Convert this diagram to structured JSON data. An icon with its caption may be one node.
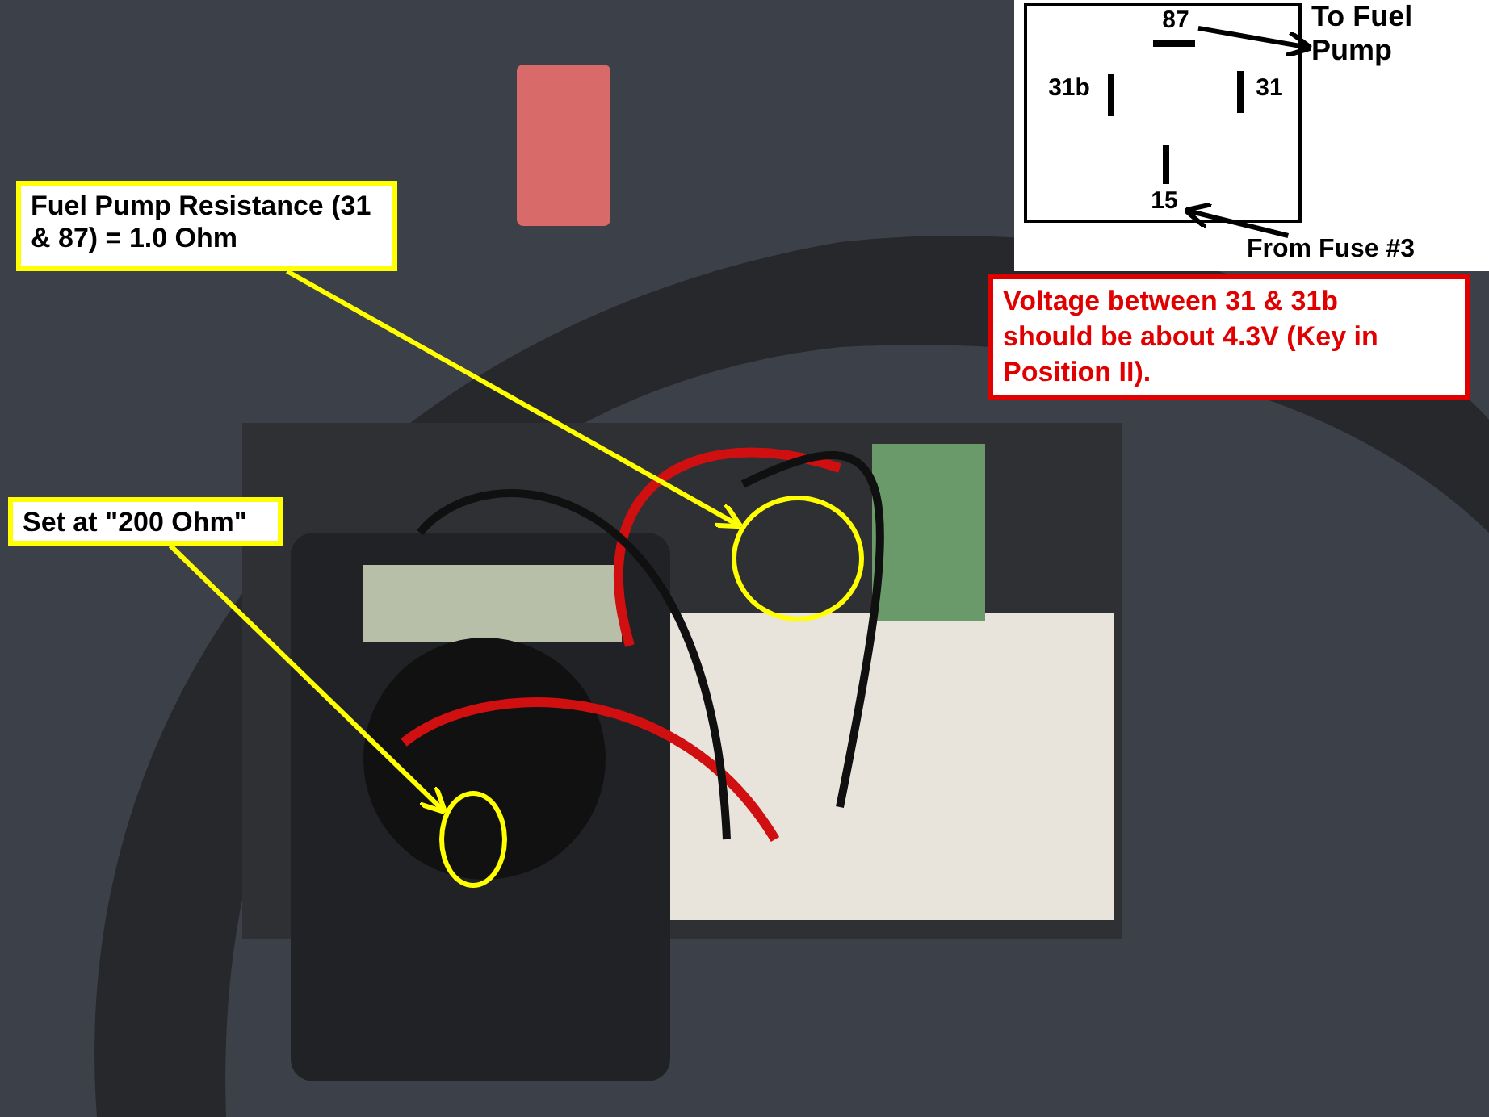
{
  "diagram": {
    "nodes": [
      {
        "text": [
          "Fuel Pump Resistance (31 & 87) = 1.0 Ohm"
        ]
      },
      {
        "text": [],
        "shape": "circle"
      },
      {
        "text": [
          "Set at \"200 Ohm\""
        ]
      },
      {
        "text": [],
        "shape": "circle"
      },
      {
        "text": [],
        "shape": "box"
      },
      {
        "text": [
          "87"
        ],
        "in": 4
      },
      {
        "text": [
          "31b"
        ],
        "in": 4
      },
      {
        "text": [
          "31"
        ],
        "in": 4
      },
      {
        "text": [
          "15"
        ],
        "in": 4
      },
      {
        "text": [
          "To Fuel Pump"
        ]
      },
      {
        "text": [
          "From Fuse #3"
        ]
      },
      {
        "text": [
          "Voltage between 31 & 31b should be about 4.3V (Key in Position II)."
        ]
      }
    ],
    "edges": [
      {
        "from": 0,
        "to": 1,
        "arrow": "to",
        "color": "#ffff00"
      },
      {
        "from": 2,
        "to": 3,
        "arrow": "to",
        "color": "#ffff00"
      },
      {
        "from": 5,
        "to": 9,
        "arrow": "to",
        "color": "#000000"
      },
      {
        "from": 10,
        "to": 8,
        "arrow": "to",
        "color": "#000000"
      }
    ]
  }
}
